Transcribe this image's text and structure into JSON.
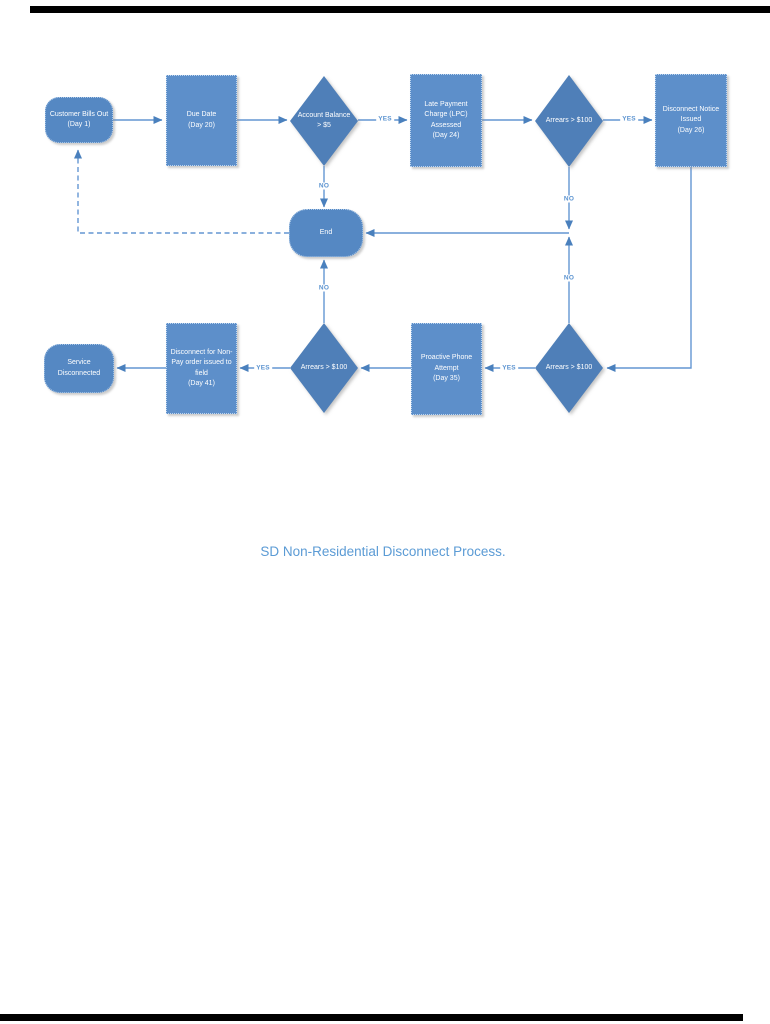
{
  "title": "SD Non-Residential Disconnect Process.",
  "labels": {
    "yes": "YES",
    "no": "NO"
  },
  "nodes": {
    "customer_bills_out": {
      "type": "terminator",
      "text": "Customer Bills Out\n(Day 1)"
    },
    "due_date": {
      "type": "process",
      "text": "Due Date\n(Day 20)"
    },
    "account_balance": {
      "type": "decision",
      "text": "Account Balance\n> $5"
    },
    "late_payment_charge": {
      "type": "process",
      "text": "Late Payment\nCharge (LPC)\nAssessed\n(Day 24)"
    },
    "arrears_after_lpc": {
      "type": "decision",
      "text": "Arrears > $100"
    },
    "disconnect_notice": {
      "type": "process",
      "text": "Disconnect Notice\nIssued\n(Day 26)"
    },
    "end": {
      "type": "terminator",
      "text": "End"
    },
    "arrears_after_notice": {
      "type": "decision",
      "text": "Arrears > $100"
    },
    "proactive_phone": {
      "type": "process",
      "text": "Proactive Phone\nAttempt\n(Day 35)"
    },
    "arrears_after_phone": {
      "type": "decision",
      "text": "Arrears > $100"
    },
    "disconnect_nonpay": {
      "type": "process",
      "text": "Disconnect for Non-\nPay order issued to\nfield\n(Day 41)"
    },
    "service_disconnected": {
      "type": "terminator",
      "text": "Service\nDisconnected"
    }
  },
  "colors": {
    "process_fill": "#5d8fca",
    "decision_fill": "#4f7fb8",
    "terminator_fill": "#5588c3",
    "line": "#6496d2",
    "arrow": "#4a80bd",
    "wire_label": "#5b93d0",
    "node_text": "#ffffff",
    "title": "#5b9bd5",
    "scan_bar": "#000000"
  }
}
